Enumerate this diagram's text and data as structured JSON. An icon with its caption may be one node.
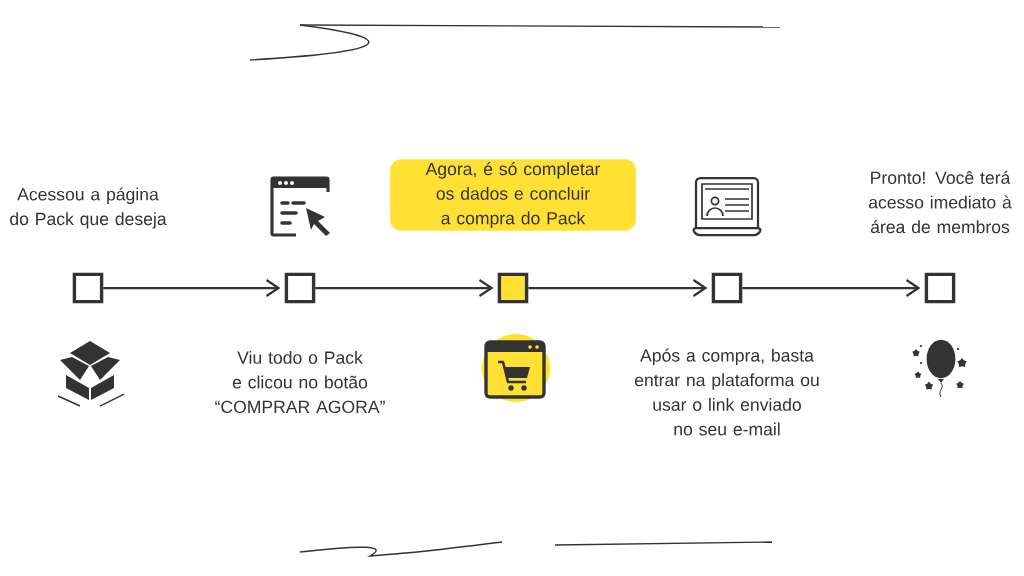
{
  "diagram": {
    "nodes": [
      {
        "text": [],
        "shape": "box",
        "beside": [
          "Acessou a página do Pack que deseja"
        ]
      },
      {
        "text": [],
        "shape": "box",
        "beside": [
          "Viu todo o Pack e clicou no botão “COMPRAR AGORA”"
        ]
      },
      {
        "text": [],
        "shape": "box",
        "beside": [
          "Agora, é só completar os dados e concluir a compra do Pack"
        ]
      },
      {
        "text": [],
        "shape": "box",
        "beside": [
          "Após a compra, basta entrar na plataforma ou usar o link enviado no seu e-mail"
        ]
      },
      {
        "text": [],
        "shape": "box",
        "beside": [
          "Pronto! Você terá acesso imediato à área de membros"
        ]
      }
    ],
    "edges": [
      {
        "from": 0,
        "to": 1,
        "arrow": "to"
      },
      {
        "from": 1,
        "to": 2,
        "arrow": "to"
      },
      {
        "from": 2,
        "to": 3,
        "arrow": "to"
      },
      {
        "from": 3,
        "to": 4,
        "arrow": "to"
      }
    ]
  }
}
